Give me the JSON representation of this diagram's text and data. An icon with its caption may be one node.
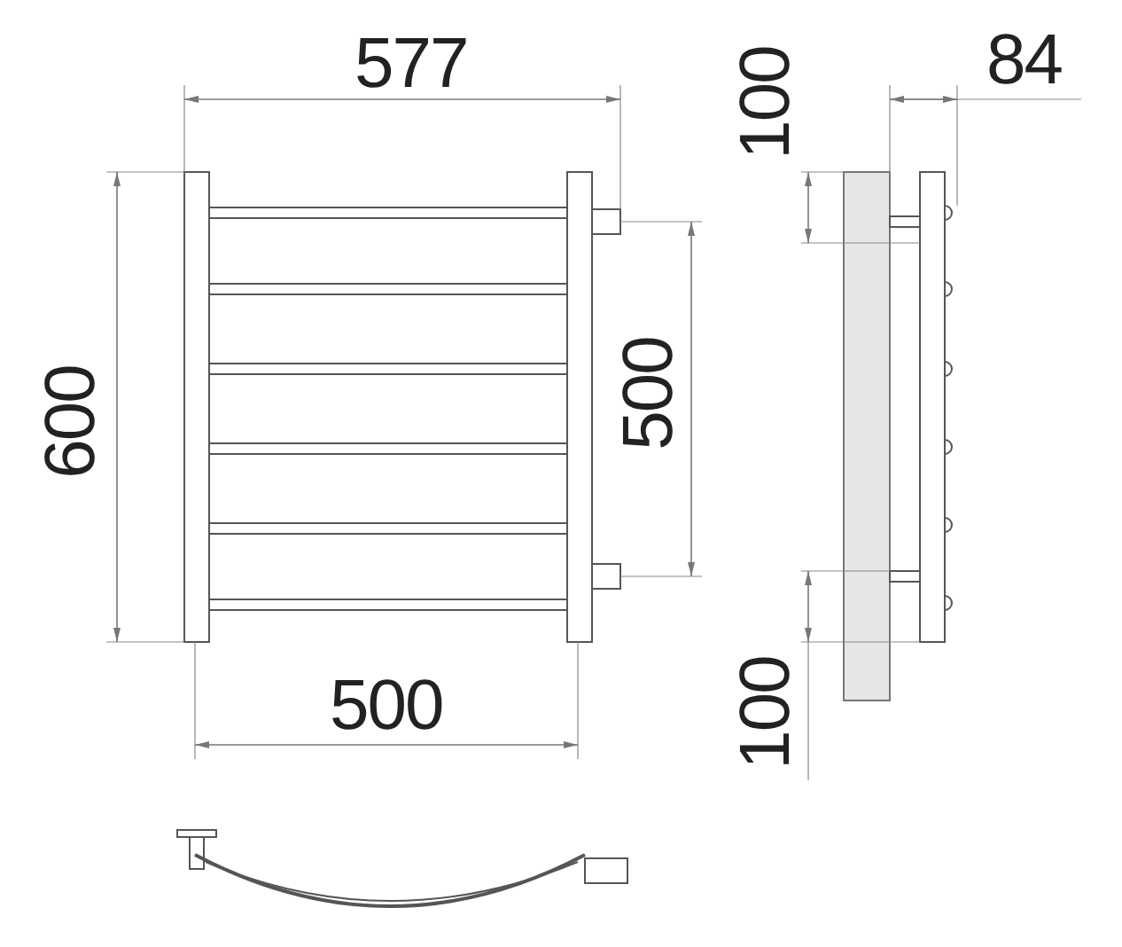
{
  "diagram": {
    "labels": [
      "577",
      "84",
      "100",
      "600",
      "500",
      "500",
      "100"
    ]
  }
}
